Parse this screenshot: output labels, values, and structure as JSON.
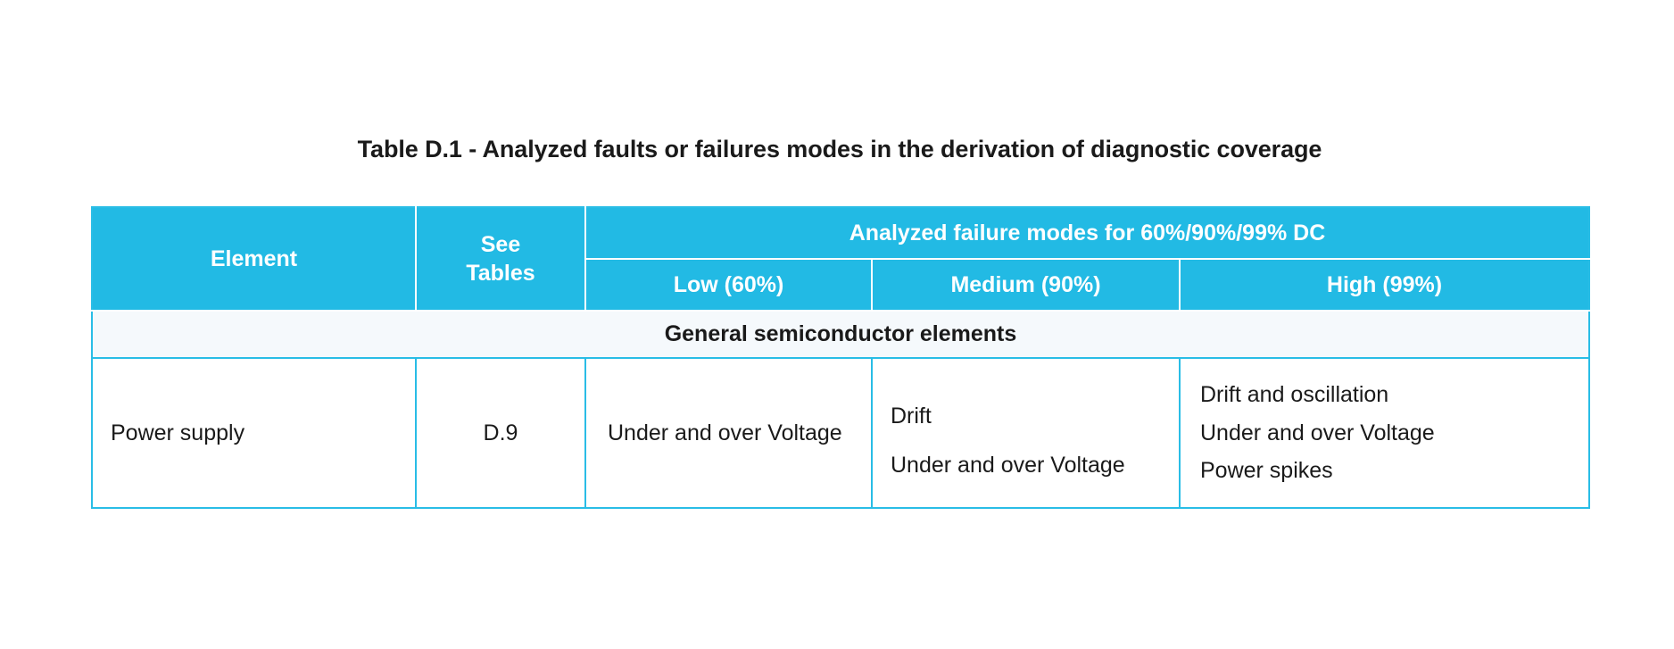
{
  "document": {
    "title": "Table D.1 - Analyzed faults or failures modes in the derivation of diagnostic coverage"
  },
  "colors": {
    "header_blue": "#22BAE4",
    "border_blue": "#29BDE6",
    "section_band": "#F5F9FC",
    "header_text": "#FFFFFF",
    "body_text": "#1A1A1A",
    "page_background": "#FFFFFF"
  },
  "table": {
    "header": {
      "element": "Element",
      "see_tables": "See\nTables",
      "see_tables_line1": "See",
      "see_tables_line2": "Tables",
      "group_title": "Analyzed failure modes for 60%/90%/99% DC",
      "subcolumns": [
        {
          "key": "low",
          "label": "Low (60%)"
        },
        {
          "key": "medium",
          "label": "Medium (90%)"
        },
        {
          "key": "high",
          "label": "High (99%)"
        }
      ]
    },
    "sections": [
      {
        "section_label": "General semiconductor elements",
        "rows": [
          {
            "element": "Power supply",
            "see_tables": "D.9",
            "low": [
              "Under and over Voltage"
            ],
            "medium": [
              "Drift",
              "Under and over Voltage"
            ],
            "high": [
              "Drift and oscillation",
              "Under and over Voltage",
              "Power spikes"
            ]
          }
        ]
      }
    ]
  }
}
